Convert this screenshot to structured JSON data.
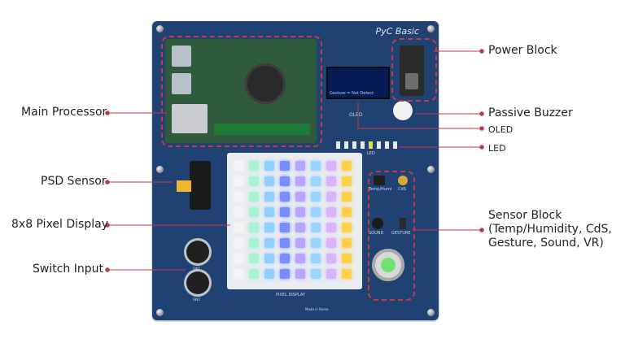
{
  "board": {
    "title": "PyC Basic",
    "oled_label": "OLED",
    "led_label": "LED",
    "pixel_display_label": "PIXEL DISPLAY",
    "made_in": "Made in Korea",
    "temp_hum_label": "Temp/Humi",
    "cds_label": "CdS",
    "sound_label": "SOUND",
    "gesture_label": "GESTURE",
    "sw1_label": "SW1",
    "sw2_label": "SW2",
    "oled_lines": [
      "Gesture = Not Detect"
    ]
  },
  "callouts": {
    "main_processor": "Main Processor",
    "psd_sensor": "PSD Sensor",
    "pixel_display": "8x8 Pixel Display",
    "switch_input": "Switch Input",
    "power_block": "Power Block",
    "passive_buzzer": "Passive Buzzer",
    "oled": "OLED",
    "led": "LED",
    "sensor_block_line1": "Sensor Block",
    "sensor_block_line2": "(Temp/Humidity, CdS,",
    "sensor_block_line3": "Gesture, Sound, VR)"
  },
  "colors": {
    "board": "#1f4273",
    "callout_line": "#c23a4a",
    "dashed_outline": "#c23a4a",
    "pixel_columns": [
      "#f4f4f4",
      "#a9f2d4",
      "#8fd0ff",
      "#7a8cff",
      "#b7a6ff",
      "#9ad4ff",
      "#d8b4ff",
      "#ffd04a"
    ]
  }
}
